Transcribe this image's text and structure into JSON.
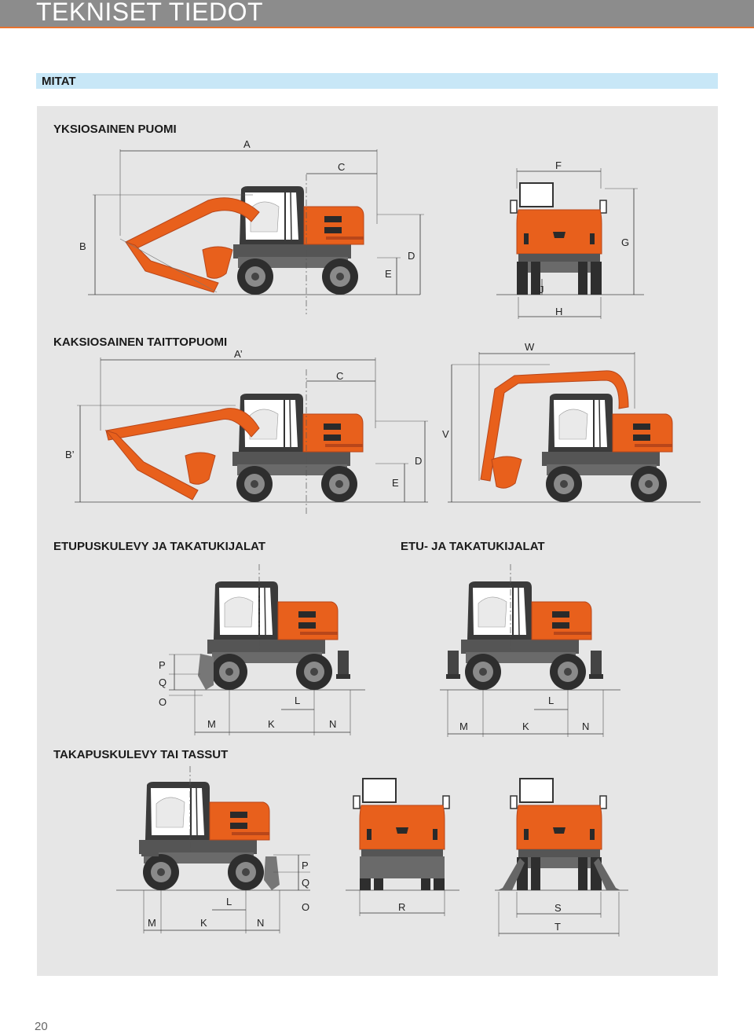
{
  "header": {
    "title": "TEKNISET TIEDOT"
  },
  "section": {
    "title": "MITAT"
  },
  "headings": {
    "mono_boom": "YKSIOSAINEN PUOMI",
    "two_piece_boom": "KAKSIOSAINEN TAITTOPUOMI",
    "front_blade_rear_outriggers": "ETUPUSKULEVY JA TAKATUKIJALAT",
    "front_rear_outriggers": "ETU- JA TAKATUKIJALAT",
    "rear_blade_or_outriggers": "TAKAPUSKULEVY TAI TASSUT"
  },
  "dimension_labels": {
    "A": "A",
    "A_prime": "A’",
    "B": "B",
    "B_prime": "B’",
    "C": "C",
    "D": "D",
    "E": "E",
    "F": "F",
    "G": "G",
    "H": "H",
    "J": "J",
    "K": "K",
    "L": "L",
    "M": "M",
    "N": "N",
    "O": "O",
    "P": "P",
    "Q": "Q",
    "R": "R",
    "S": "S",
    "T": "T",
    "V": "V",
    "W": "W"
  },
  "colors": {
    "machine": "#e8601c",
    "machine_dark": "#b8461a",
    "undercarriage": "#555555",
    "tire": "#2e2e2e",
    "panel_bg": "#e6e6e6",
    "section_bar": "#c8e7f7",
    "header_bg": "#8c8c8c",
    "accent_line": "#e8732e"
  },
  "page": {
    "number": "20"
  }
}
